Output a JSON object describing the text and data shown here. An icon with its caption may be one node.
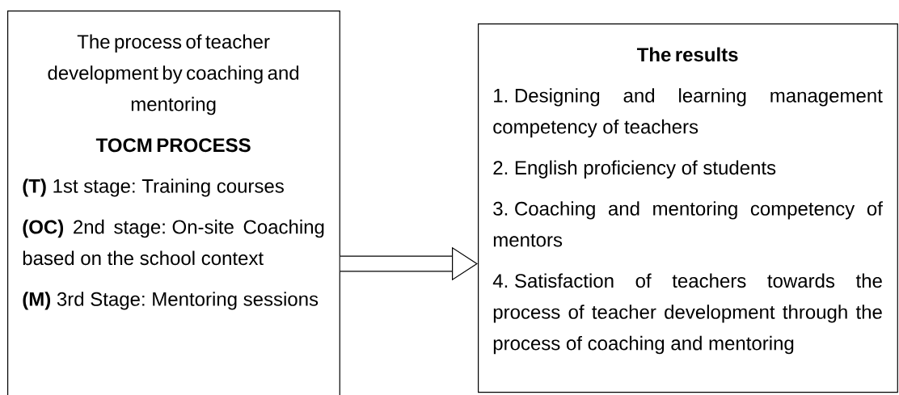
{
  "diagram": {
    "nodes": [
      {
        "text": [
          "The process of teacher development by coaching and mentoring",
          "TOCM PROCESS",
          "**(T)** 1st stage: Training courses",
          "**(OC)** 2nd stage: On-site Coaching based on the school context",
          "**(M)** 3rd Stage: Mentoring sessions"
        ]
      },
      {
        "text": [
          "The results",
          "1. Designing and learning management competency of teachers",
          "2. English proficiency of students",
          "3. Coaching and mentoring competency of mentors",
          "4. Satisfaction of teachers towards the process of teacher development through the process of coaching and mentoring"
        ]
      }
    ],
    "edges": [
      {
        "from": 0,
        "to": 1,
        "arrow": "to"
      }
    ]
  }
}
